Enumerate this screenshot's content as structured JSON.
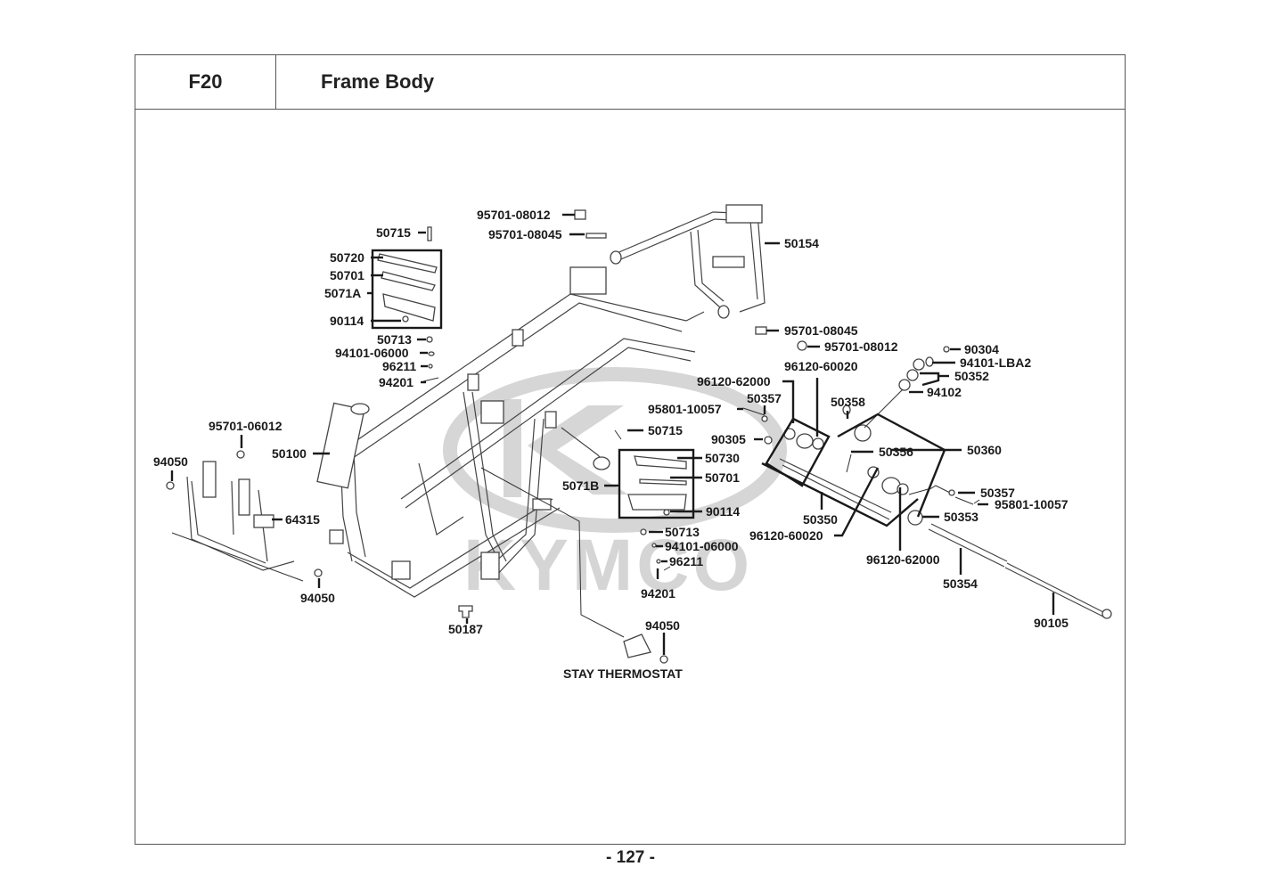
{
  "header": {
    "section_code": "F20",
    "title": "Frame Body"
  },
  "footer": {
    "page_number": "- 127 -"
  },
  "watermark": {
    "brand": "KYMCO"
  },
  "callouts": {
    "left_footrest_group": {
      "top_pin": "50715",
      "box_items": [
        "50720",
        "50701",
        "5071A",
        "90114"
      ],
      "below_items": [
        "50713",
        "94101-06000",
        "96211",
        "94201"
      ]
    },
    "right_footrest_group": {
      "top_pin": "50715",
      "group_label": "5071B",
      "box_items": [
        "50730",
        "50701",
        "90114"
      ],
      "below_items": [
        "50713",
        "94101-06000",
        "96211",
        "94201"
      ]
    },
    "rear_frame": {
      "bolt_a": "95701-08012",
      "bolt_b": "95701-08045",
      "frame": "50154",
      "bolt_c": "95701-08045",
      "bolt_d": "95701-08012"
    },
    "front": {
      "bolt": "95701-06012",
      "nut_top": "94050",
      "main_frame": "50100",
      "front_guard": "64315",
      "nut_bottom": "94050"
    },
    "bottom": {
      "bolt": "50187",
      "nut": "94050",
      "stay": "STAY THERMOSTAT"
    },
    "engine_hanger": {
      "bolt_left": "95801-10057",
      "washer_left": "50357",
      "nut_left": "90305",
      "bearing_a": "96120-62000",
      "bearing_b": "96120-60020",
      "bushing": "50358",
      "collar": "50356",
      "link_assy": "50360",
      "hanger_assy": "50350",
      "bearing_c": "96120-60020",
      "bearing_d": "96120-62000",
      "nut_top": "90304",
      "washer_top": "94101-LBA2",
      "rubber": "50352",
      "washer_b": "94102",
      "washer_right": "50357",
      "bolt_right": "95801-10057",
      "collar_right": "50353",
      "pipe": "50354",
      "shaft": "90105"
    }
  }
}
